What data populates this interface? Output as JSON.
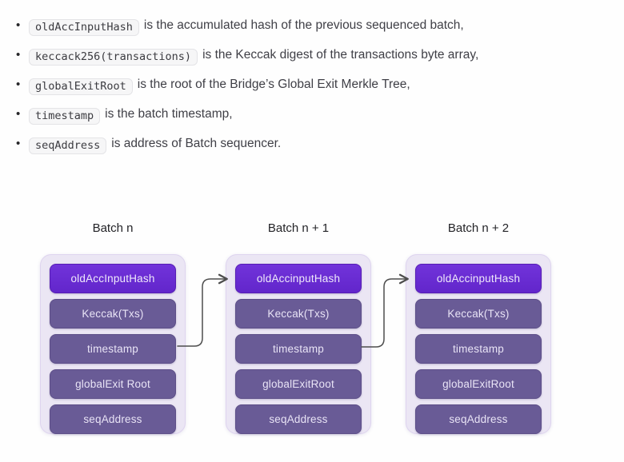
{
  "bullets": [
    {
      "code": "oldAccInputHash",
      "text": "is the accumulated hash of the previous sequenced batch,"
    },
    {
      "code": "keccack256(transactions)",
      "text": "is the Keccak digest of the transactions byte array,"
    },
    {
      "code": "globalExitRoot",
      "text": "is the root of the Bridge’s Global Exit Merkle Tree,"
    },
    {
      "code": "timestamp",
      "text": "is the batch timestamp,"
    },
    {
      "code": "seqAddress",
      "text": "is address of Batch sequencer."
    }
  ],
  "diagram": {
    "batches": [
      {
        "title": "Batch n",
        "fields": [
          "oldAccInputHash",
          "Keccak(Txs)",
          "timestamp",
          "globalExit Root",
          "seqAddress"
        ]
      },
      {
        "title": "Batch n + 1",
        "fields": [
          "oldAccinputHash",
          "Keccak(Txs)",
          "timestamp",
          "globalExitRoot",
          "seqAddress"
        ]
      },
      {
        "title": "Batch n + 2",
        "fields": [
          "oldAccinputHash",
          "Keccak(Txs)",
          "timestamp",
          "globalExitRoot",
          "seqAddress"
        ]
      }
    ],
    "links": [
      {
        "from": "Batch n / timestamp",
        "to": "Batch n + 1 / oldAccinputHash"
      },
      {
        "from": "Batch n + 1 / timestamp",
        "to": "Batch n + 2 / oldAccinputHash"
      }
    ],
    "colors": {
      "highlight_box": "#6a2ed3",
      "field_box": "#695b96",
      "panel_background": "#ebe6f4",
      "arrow": "#4d4d4d",
      "box_text": "#e9e4f6"
    }
  }
}
